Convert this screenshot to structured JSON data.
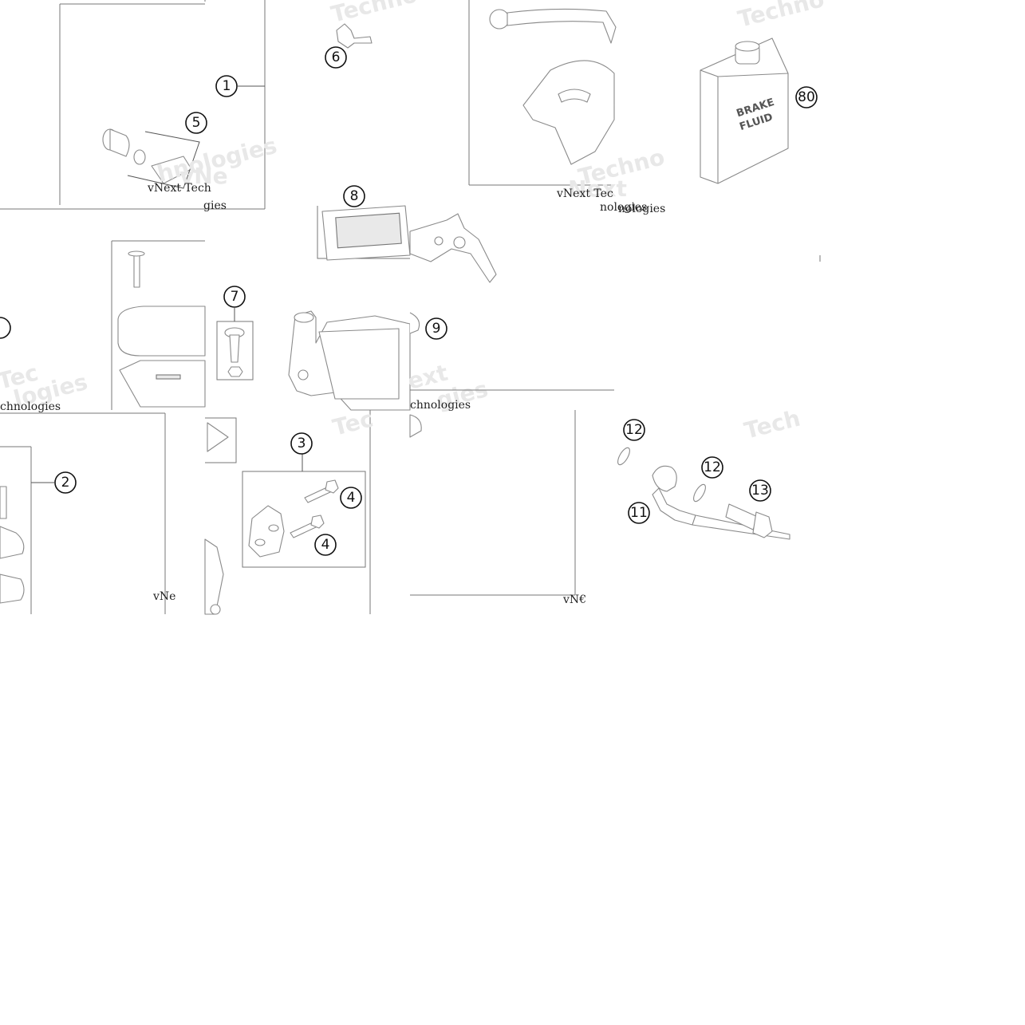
{
  "colors": {
    "line": "#777777",
    "text": "#111111",
    "watermark": "#e8e8e8",
    "background": "#ffffff"
  },
  "callouts": {
    "c1": "1",
    "c2": "2",
    "c3": "3",
    "c4a": "4",
    "c4b": "4",
    "c5": "5",
    "c6": "6",
    "c7": "7",
    "c8": "8",
    "c9": "9",
    "c11": "11",
    "c12a": "12",
    "c12b": "12",
    "c13": "13",
    "c80": "80"
  },
  "container_label": [
    "BRAKE",
    "FLUID"
  ],
  "watermarks": {
    "w1": "Techno",
    "w2": "Techno",
    "w3": "Techno",
    "w4": "Tech",
    "w5": "Tec",
    "w6": "Next",
    "w7": "ext",
    "w8": "gies",
    "w9": "vNe",
    "w10": "logies",
    "w11": "hnologies",
    "w12": "Tec"
  },
  "signatures": {
    "s1": "vNext Tech",
    "s2": "vNext Tec",
    "s3": "chnologies",
    "s4": "vN€",
    "s5": "vNe",
    "s6": "gies",
    "s7": "nologies",
    "s8": "nologies",
    "s9": "chnologies"
  }
}
